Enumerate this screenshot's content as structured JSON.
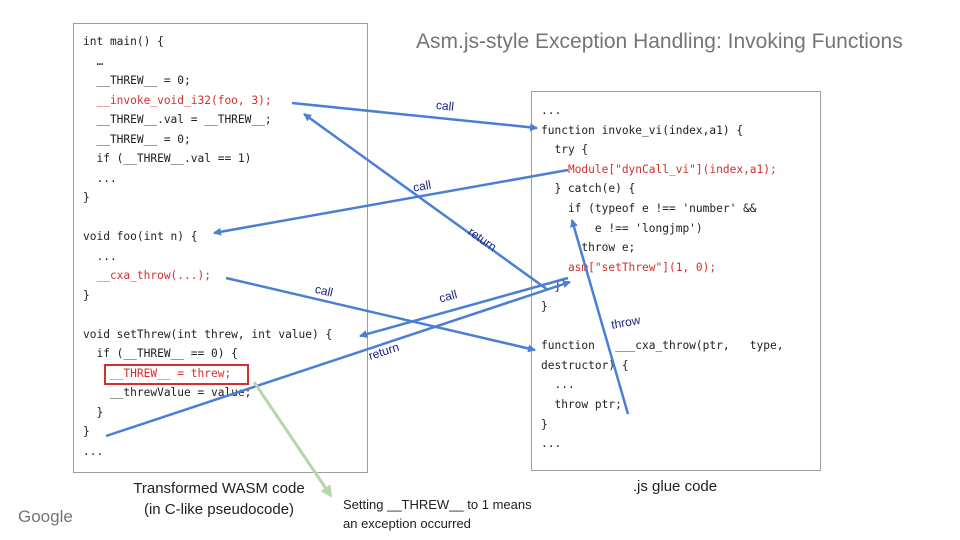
{
  "title": "Asm.js-style Exception Handling: Invoking Functions",
  "left_code": [
    {
      "text": "int main() {",
      "red": false
    },
    {
      "text": "  …",
      "red": false
    },
    {
      "text": "  __THREW__ = 0;",
      "red": false
    },
    {
      "text": "  __invoke_void_i32(foo, 3);",
      "red": true
    },
    {
      "text": "  __THREW__.val = __THREW__;",
      "red": false
    },
    {
      "text": "  __THREW__ = 0;",
      "red": false
    },
    {
      "text": "  if (__THREW__.val == 1)",
      "red": false
    },
    {
      "text": "  ...",
      "red": false
    },
    {
      "text": "}",
      "red": false
    },
    {
      "text": "",
      "red": false
    },
    {
      "text": "void foo(int n) {",
      "red": false
    },
    {
      "text": "  ...",
      "red": false
    },
    {
      "text": "  __cxa_throw(...);",
      "red": true
    },
    {
      "text": "}",
      "red": false
    },
    {
      "text": "",
      "red": false
    },
    {
      "text": "void setThrew(int threw, int value) {",
      "red": false
    },
    {
      "text": "  if (__THREW__ == 0) {",
      "red": false
    },
    {
      "text": "    __THREW__ = threw;",
      "red": true
    },
    {
      "text": "    __threwValue = value;",
      "red": false
    },
    {
      "text": "  }",
      "red": false
    },
    {
      "text": "}",
      "red": false
    },
    {
      "text": "...",
      "red": false
    }
  ],
  "right_code": [
    {
      "text": "...",
      "red": false
    },
    {
      "text": "function invoke_vi(index,a1) {",
      "red": false
    },
    {
      "text": "  try {",
      "red": false
    },
    {
      "text": "    Module[\"dynCall_vi\"](index,a1);",
      "red": true
    },
    {
      "text": "  } catch(e) {",
      "red": false
    },
    {
      "text": "    if (typeof e !== 'number' &&",
      "red": false
    },
    {
      "text": "        e !== 'longjmp')",
      "red": false
    },
    {
      "text": "      throw e;",
      "red": false
    },
    {
      "text": "    asm[\"setThrew\"](1, 0);",
      "red": true
    },
    {
      "text": "  }",
      "red": false
    },
    {
      "text": "}",
      "red": false
    },
    {
      "text": "",
      "red": false
    },
    {
      "text": "function   ___cxa_throw(ptr,   type,",
      "red": false
    },
    {
      "text": "destructor) {",
      "red": false
    },
    {
      "text": "  ...",
      "red": false
    },
    {
      "text": "  throw ptr;",
      "red": false
    },
    {
      "text": "}",
      "red": false
    },
    {
      "text": "...",
      "red": false
    }
  ],
  "captions": {
    "left_line1": "Transformed WASM code",
    "left_line2": "(in C-like pseudocode)",
    "right": ".js glue code"
  },
  "note": {
    "line1": "Setting __THREW__ to  1 means",
    "line2": "an exception occurred"
  },
  "arrow_labels": {
    "call1": "call",
    "call2": "call",
    "call3": "call",
    "call4": "call",
    "return1": "return",
    "return2": "return",
    "throw": "throw"
  },
  "logo": "Google",
  "colors": {
    "arrow": "#4a7fd4",
    "note_arrow": "#b7d7a8",
    "highlight": "#d32f2f",
    "label": "#1a237e"
  }
}
